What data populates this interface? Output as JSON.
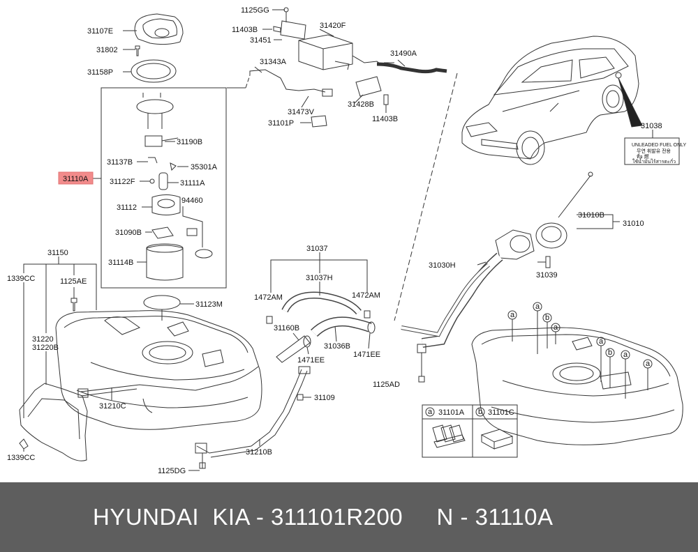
{
  "labels": {
    "p31107E": "31107E",
    "p31802": "31802",
    "p31158P": "31158P",
    "p1125GG": "1125GG",
    "p11403B_top": "11403B",
    "p31451": "31451",
    "p31420F": "31420F",
    "p31343A": "31343A",
    "p31490A": "31490A",
    "p31473V": "31473V",
    "p31428B": "31428B",
    "p11403B_bottom": "11403B",
    "p31101P": "31101P",
    "p31190B": "31190B",
    "p31137B": "31137B",
    "p35301A": "35301A",
    "p31110A": "31110A",
    "p31122F": "31122F",
    "p31111A": "31111A",
    "p94460": "94460",
    "p31112": "31112",
    "p31090B": "31090B",
    "p31114B": "31114B",
    "p31123M": "31123M",
    "p31150": "31150",
    "p1339CC_top": "1339CC",
    "p1125AE": "1125AE",
    "p31220": "31220",
    "p31220B": "31220B",
    "p31210C": "31210C",
    "p1339CC_bottom": "1339CC",
    "p31037": "31037",
    "p31037H": "31037H",
    "p1472AM_left": "1472AM",
    "p1472AM_right": "1472AM",
    "p31160B": "31160B",
    "p31036B": "31036B",
    "p1471EE_left": "1471EE",
    "p1471EE_right": "1471EE",
    "p31109": "31109",
    "p31210B": "31210B",
    "p1125DG": "1125DG",
    "p1125AD": "1125AD",
    "p31030H": "31030H",
    "p31039": "31039",
    "p31010B": "31010B",
    "p31010": "31010",
    "p31038": "31038"
  },
  "decal_lines": [
    "UNLEADED FUEL ONLY",
    "무연 휘발유 전용",
    "ที่จ 燃 ",
    "ใช้น้ำมันไร้สารตะกั่ว"
  ],
  "legend": {
    "a_letter": "a",
    "a_part": "31101A",
    "b_letter": "b",
    "b_part": "31101C"
  },
  "callout_a": "a",
  "callout_b": "b",
  "footer": {
    "text": "HYUNDAI  KIA - 311101R200     N - 31110A"
  },
  "colors": {
    "line": "#333333",
    "highlight": "#f28b8b",
    "footer_bg": "#5e5e5e",
    "footer_text": "#ffffff"
  }
}
